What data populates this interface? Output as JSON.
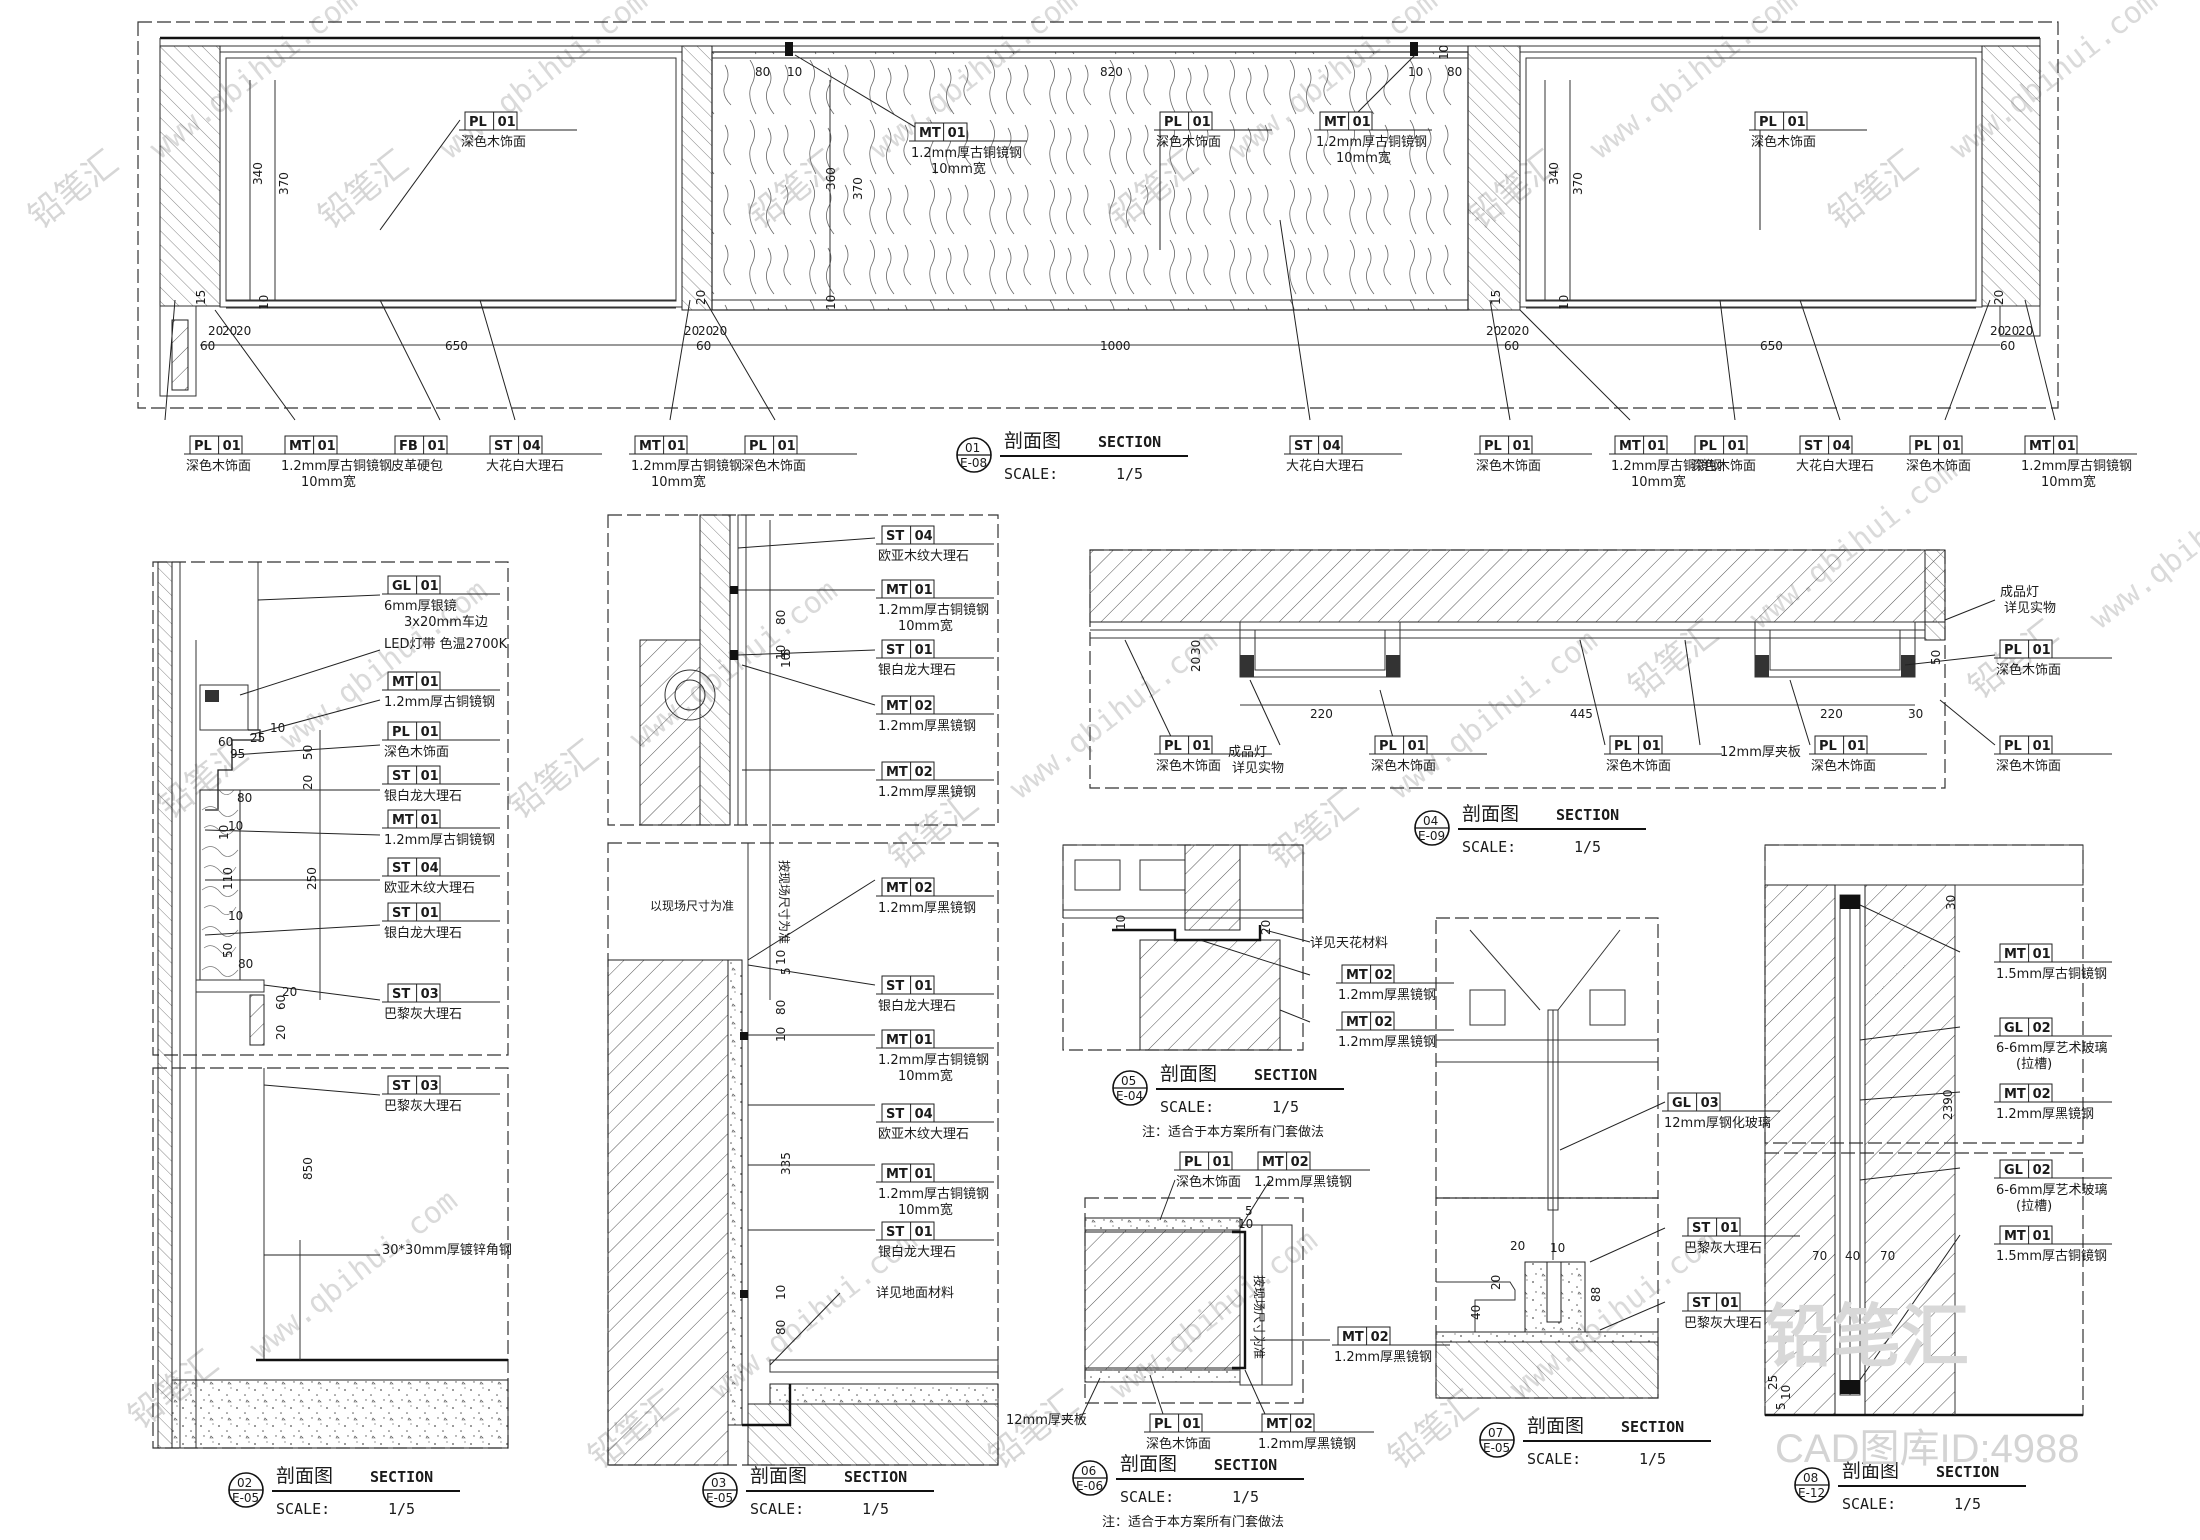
{
  "watermark": {
    "brand": "铅笔汇",
    "url": "www.qbihui.com",
    "stamp_brand": "铅笔汇",
    "stamp_code": "CAD图库ID:4988"
  },
  "sections": [
    {
      "num": "01",
      "ref": "E-08",
      "title": "剖面图",
      "title_en": "SECTION",
      "scale_label": "SCALE:",
      "scale": "1/5",
      "note": ""
    },
    {
      "num": "02",
      "ref": "E-05",
      "title": "剖面图",
      "title_en": "SECTION",
      "scale_label": "SCALE:",
      "scale": "1/5",
      "note": ""
    },
    {
      "num": "03",
      "ref": "E-05",
      "title": "剖面图",
      "title_en": "SECTION",
      "scale_label": "SCALE:",
      "scale": "1/5",
      "note": ""
    },
    {
      "num": "04",
      "ref": "E-09",
      "title": "剖面图",
      "title_en": "SECTION",
      "scale_label": "SCALE:",
      "scale": "1/5",
      "note": ""
    },
    {
      "num": "05",
      "ref": "E-04",
      "title": "剖面图",
      "title_en": "SECTION",
      "scale_label": "SCALE:",
      "scale": "1/5",
      "note": "注：适合于本方案所有门套做法"
    },
    {
      "num": "06",
      "ref": "E-06",
      "title": "剖面图",
      "title_en": "SECTION",
      "scale_label": "SCALE:",
      "scale": "1/5",
      "note": "注：适合于本方案所有门套做法"
    },
    {
      "num": "07",
      "ref": "E-05",
      "title": "剖面图",
      "title_en": "SECTION",
      "scale_label": "SCALE:",
      "scale": "1/5",
      "note": ""
    },
    {
      "num": "08",
      "ref": "E-12",
      "title": "剖面图",
      "title_en": "SECTION",
      "scale_label": "SCALE:",
      "scale": "1/5",
      "note": ""
    }
  ],
  "s1": {
    "top_dims": [
      "80",
      "10",
      "820",
      "10",
      "80"
    ],
    "vert_dims": [
      "340",
      "370",
      "360",
      "370",
      "340",
      "370"
    ],
    "bottom_dims": [
      "20",
      "20",
      "20",
      "60",
      "650",
      "60",
      "20",
      "20",
      "20",
      "1000",
      "20",
      "20",
      "20",
      "60",
      "650",
      "60",
      "20",
      "20",
      "20"
    ],
    "small_dims": [
      "15",
      "10",
      "20",
      "10",
      "15",
      "10",
      "20",
      "10"
    ],
    "inner_tags": [
      {
        "code": "PL",
        "num": "01",
        "desc": "深色木饰面"
      },
      {
        "code": "MT",
        "num": "01",
        "desc": "1.2mm厚古铜镜钢",
        "desc2": "10mm宽"
      },
      {
        "code": "PL",
        "num": "01",
        "desc": "深色木饰面"
      },
      {
        "code": "MT",
        "num": "01",
        "desc": "1.2mm厚古铜镜钢",
        "desc2": "10mm宽"
      },
      {
        "code": "PL",
        "num": "01",
        "desc": "深色木饰面"
      }
    ],
    "bottom_tags": [
      {
        "code": "PL",
        "num": "01",
        "desc": "深色木饰面"
      },
      {
        "code": "MT",
        "num": "01",
        "desc": "1.2mm厚古铜镜钢",
        "desc2": "10mm宽"
      },
      {
        "code": "FB",
        "num": "01",
        "desc": "皮革硬包"
      },
      {
        "code": "ST",
        "num": "04",
        "desc": "大花白大理石"
      },
      {
        "code": "MT",
        "num": "01",
        "desc": "1.2mm厚古铜镜钢",
        "desc2": "10mm宽"
      },
      {
        "code": "PL",
        "num": "01",
        "desc": "深色木饰面"
      },
      {
        "code": "ST",
        "num": "04",
        "desc": "大花白大理石"
      },
      {
        "code": "PL",
        "num": "01",
        "desc": "深色木饰面"
      },
      {
        "code": "MT",
        "num": "01",
        "desc": "1.2mm厚古铜镜钢",
        "desc2": "10mm宽"
      },
      {
        "code": "PL",
        "num": "01",
        "desc": "深色木饰面"
      },
      {
        "code": "ST",
        "num": "04",
        "desc": "大花白大理石"
      },
      {
        "code": "PL",
        "num": "01",
        "desc": "深色木饰面"
      },
      {
        "code": "MT",
        "num": "01",
        "desc": "1.2mm厚古铜镜钢",
        "desc2": "10mm宽"
      }
    ]
  },
  "s2": {
    "tags": [
      {
        "code": "GL",
        "num": "01",
        "desc": "6mm厚银镜",
        "desc2": "3x20mm车边"
      },
      {
        "code": "",
        "num": "",
        "desc": "LED灯带 色温2700K"
      },
      {
        "code": "MT",
        "num": "01",
        "desc": "1.2mm厚古铜镜钢"
      },
      {
        "code": "PL",
        "num": "01",
        "desc": "深色木饰面"
      },
      {
        "code": "ST",
        "num": "01",
        "desc": "银白龙大理石"
      },
      {
        "code": "MT",
        "num": "01",
        "desc": "1.2mm厚古铜镜钢"
      },
      {
        "code": "ST",
        "num": "04",
        "desc": "欧亚木纹大理石"
      },
      {
        "code": "ST",
        "num": "01",
        "desc": "银白龙大理石"
      },
      {
        "code": "ST",
        "num": "03",
        "desc": "巴黎灰大理石"
      },
      {
        "code": "ST",
        "num": "03",
        "desc": "巴黎灰大理石"
      },
      {
        "code": "",
        "num": "",
        "desc": "30*30mm厚镀锌角钢"
      }
    ],
    "dims": [
      "60",
      "95",
      "25",
      "10",
      "50",
      "20",
      "80",
      "10",
      "10",
      "110",
      "250",
      "10",
      "50",
      "80",
      "20",
      "60",
      "20",
      "850"
    ]
  },
  "s3": {
    "tags": [
      {
        "code": "ST",
        "num": "04",
        "desc": "欧亚木纹大理石"
      },
      {
        "code": "MT",
        "num": "01",
        "desc": "1.2mm厚古铜镜钢",
        "desc2": "10mm宽"
      },
      {
        "code": "ST",
        "num": "01",
        "desc": "银白龙大理石"
      },
      {
        "code": "MT",
        "num": "02",
        "desc": "1.2mm厚黑镜钢"
      },
      {
        "code": "MT",
        "num": "02",
        "desc": "1.2mm厚黑镜钢"
      },
      {
        "code": "MT",
        "num": "02",
        "desc": "1.2mm厚黑镜钢"
      },
      {
        "code": "ST",
        "num": "01",
        "desc": "银白龙大理石"
      },
      {
        "code": "MT",
        "num": "01",
        "desc": "1.2mm厚古铜镜钢",
        "desc2": "10mm宽"
      },
      {
        "code": "ST",
        "num": "04",
        "desc": "欧亚木纹大理石"
      },
      {
        "code": "MT",
        "num": "01",
        "desc": "1.2mm厚古铜镜钢",
        "desc2": "10mm宽"
      },
      {
        "code": "ST",
        "num": "01",
        "desc": "银白龙大理石"
      },
      {
        "code": "",
        "num": "",
        "desc": "详见地面材料"
      }
    ],
    "dims": [
      "80",
      "10",
      "10",
      "5",
      "10",
      "5",
      "80",
      "10",
      "335",
      "10",
      "80"
    ],
    "side_notes": [
      "按现场尺寸为准",
      "以现场尺寸为准"
    ]
  },
  "s4": {
    "tags": [
      {
        "code": "PL",
        "num": "01",
        "desc": "深色木饰面"
      },
      {
        "code": "",
        "num": "",
        "desc": "成品灯",
        "desc2": "详见实物"
      },
      {
        "code": "PL",
        "num": "01",
        "desc": "深色木饰面"
      },
      {
        "code": "",
        "num": "",
        "desc": "成品灯",
        "desc2": "详见实物"
      },
      {
        "code": "PL",
        "num": "01",
        "desc": "深色木饰面"
      },
      {
        "code": "PL",
        "num": "01",
        "desc": "深色木饰面"
      },
      {
        "code": "",
        "num": "",
        "desc": "12mm厚夹板"
      },
      {
        "code": "PL",
        "num": "01",
        "desc": "深色木饰面"
      },
      {
        "code": "PL",
        "num": "01",
        "desc": "深色木饰面"
      }
    ],
    "dims": [
      "20",
      "30",
      "220",
      "445",
      "220",
      "30",
      "50"
    ]
  },
  "s5": {
    "tags": [
      {
        "code": "",
        "num": "",
        "desc": "详见天花材料"
      },
      {
        "code": "MT",
        "num": "02",
        "desc": "1.2mm厚黑镜钢"
      },
      {
        "code": "MT",
        "num": "02",
        "desc": "1.2mm厚黑镜钢"
      }
    ],
    "dims": [
      "10",
      "20"
    ]
  },
  "s6": {
    "tags": [
      {
        "code": "PL",
        "num": "01",
        "desc": "深色木饰面"
      },
      {
        "code": "MT",
        "num": "02",
        "desc": "1.2mm厚黑镜钢"
      },
      {
        "code": "MT",
        "num": "02",
        "desc": "1.2mm厚黑镜钢"
      },
      {
        "code": "",
        "num": "",
        "desc": "12mm厚夹板"
      },
      {
        "code": "PL",
        "num": "01",
        "desc": "深色木饰面"
      },
      {
        "code": "MT",
        "num": "02",
        "desc": "1.2mm厚黑镜钢"
      }
    ],
    "dims": [
      "5",
      "10"
    ],
    "side_note": "按现场尺寸为准"
  },
  "s7": {
    "tags": [
      {
        "code": "GL",
        "num": "03",
        "desc": "12mm厚钢化玻璃"
      },
      {
        "code": "ST",
        "num": "01",
        "desc": "巴黎灰大理石"
      },
      {
        "code": "ST",
        "num": "01",
        "desc": "巴黎灰大理石"
      }
    ],
    "dims": [
      "20",
      "10",
      "40",
      "20",
      "88"
    ]
  },
  "s8": {
    "tags": [
      {
        "code": "MT",
        "num": "01",
        "desc": "1.5mm厚古铜镜钢"
      },
      {
        "code": "GL",
        "num": "02",
        "desc": "6-6mm厚艺术玻璃",
        "desc2": "(拉槽)"
      },
      {
        "code": "MT",
        "num": "02",
        "desc": "1.2mm厚黑镜钢"
      },
      {
        "code": "GL",
        "num": "02",
        "desc": "6-6mm厚艺术玻璃",
        "desc2": "(拉槽)"
      },
      {
        "code": "MT",
        "num": "01",
        "desc": "1.5mm厚古铜镜钢"
      }
    ],
    "dims": [
      "30",
      "2390",
      "70",
      "40",
      "70",
      "25",
      "5",
      "10"
    ]
  }
}
